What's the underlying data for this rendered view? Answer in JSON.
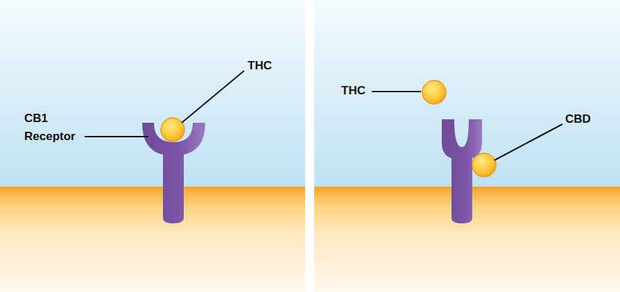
{
  "diagram": {
    "labels": [
      "CB1 Receptor",
      "THC",
      "THC",
      "CBD"
    ]
  }
}
